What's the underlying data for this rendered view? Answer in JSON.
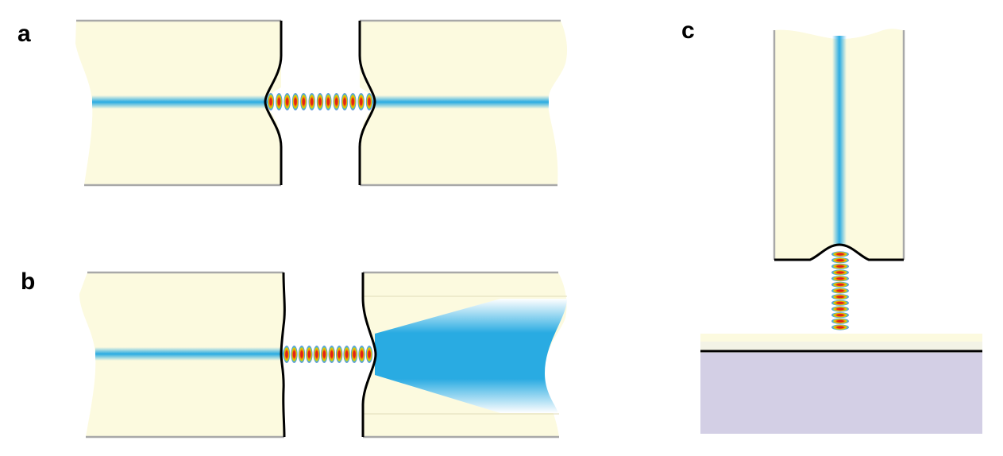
{
  "panels": [
    {
      "id": "a",
      "label": "a"
    },
    {
      "id": "b",
      "label": "b"
    },
    {
      "id": "c",
      "label": "c"
    }
  ],
  "colors": {
    "fiber": "#fcfadf",
    "beam": "#29abe2",
    "substrate": "#d3cfe5",
    "fiber_edge": "#a8a8a8",
    "boundary": "#000000",
    "mode_outer": "#2a4fc0",
    "mode_inner": "#d9d000",
    "mode_core": "#e12318"
  },
  "mode_counts": {
    "a": 13,
    "b": 12,
    "c": 13
  }
}
